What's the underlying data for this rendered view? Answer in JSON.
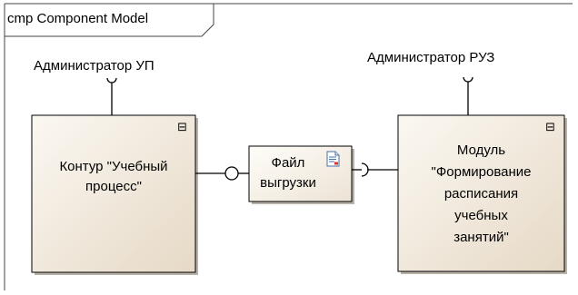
{
  "diagram": {
    "frame_label": "cmp Component Model",
    "actors": {
      "left": "Администратор УП",
      "right": "Администратор РУЗ"
    },
    "components": {
      "left": "Контур \"Учебный\nпроцесс\"",
      "middle": "Файл\nвыгрузки",
      "right": "Модуль\n\"Формирование\nрасписания\nучебных\nзанятий\""
    },
    "icons": {
      "component": "component-icon",
      "document": "document-icon"
    },
    "colors": {
      "component_fill_light": "#fbf8f2",
      "component_fill_dark": "#e6d9c6",
      "line": "#000000"
    }
  }
}
